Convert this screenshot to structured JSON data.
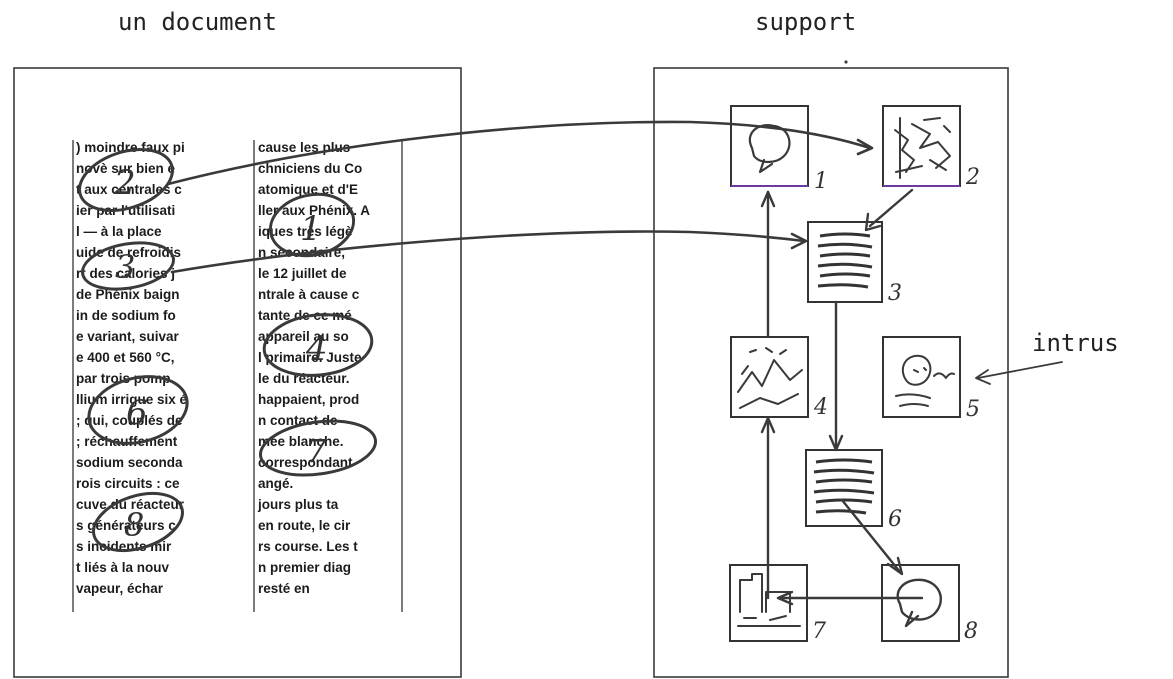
{
  "labels": {
    "document": "un document",
    "support": "support",
    "intrus": "intrus"
  },
  "document": {
    "left_column": [
      ") moindre faux pi",
      "novè sur bien e",
      "t aux centrales c",
      "ier par l'utilisati",
      "l — à la place",
      "uide de refroidis",
      "rt des calories j",
      "de Phénix baign",
      "in de sodium fo",
      "e variant, suivar",
      "e 400 et 560 °C,",
      "par trois pomp",
      "llium irrigue six é",
      "; qui, couplés de",
      "; réchauffement",
      "sodium seconda",
      "rois circuits : ce",
      "cuve du réacteur",
      "s générateurs c",
      "s incidents mir",
      "t liés à la nouv",
      "vapeur, échar"
    ],
    "right_column": [
      "cause les plus",
      "chniciens du Co",
      "atomique et d'E",
      "ller aux Phénix. A",
      "iques très légè",
      "n secondaire,",
      "le 12 juillet de",
      "ntrale à cause c",
      "tante de ce mé",
      "appareil au so",
      "l primaire. Juste",
      "le du réacteur.",
      "happaient, prod",
      "n contact de",
      "mée blanche.",
      "correspondant",
      "angé.",
      "jours plus ta",
      "en route, le cir",
      "rs course. Les t",
      "n premier diag",
      "resté en"
    ],
    "circled_numbers": [
      "2",
      "1",
      "3",
      "4",
      "6",
      "7",
      "8"
    ]
  },
  "support": {
    "figures": [
      {
        "number": "1",
        "icon": "round-blob-picture"
      },
      {
        "number": "2",
        "icon": "scene-picture"
      },
      {
        "number": "3",
        "icon": "hatched-text-picture"
      },
      {
        "number": "4",
        "icon": "landscape-picture"
      },
      {
        "number": "5",
        "icon": "face-picture"
      },
      {
        "number": "6",
        "icon": "hatched-text-picture"
      },
      {
        "number": "7",
        "icon": "building-picture"
      },
      {
        "number": "8",
        "icon": "round-blob-picture"
      }
    ]
  }
}
